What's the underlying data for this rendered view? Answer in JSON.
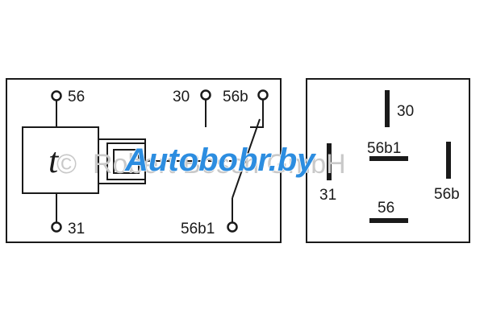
{
  "schematic": {
    "terminals": {
      "t56": "56",
      "t31": "31",
      "t30": "30",
      "t56b": "56b",
      "t56b1": "56b1"
    },
    "timer_symbol": "t"
  },
  "pinout": {
    "labels": {
      "p30": "30",
      "p56b1": "56b1",
      "p31": "31",
      "p56b": "56b",
      "p56": "56"
    }
  },
  "watermarks": {
    "copyright_symbol": "©",
    "company_text": "Robert Bosch GmbH",
    "site_text": "Autobobr.by"
  },
  "colors": {
    "line": "#1a1a1a",
    "watermark_gray": "#c9c9c9",
    "watermark_blue": "#2c8de0"
  }
}
